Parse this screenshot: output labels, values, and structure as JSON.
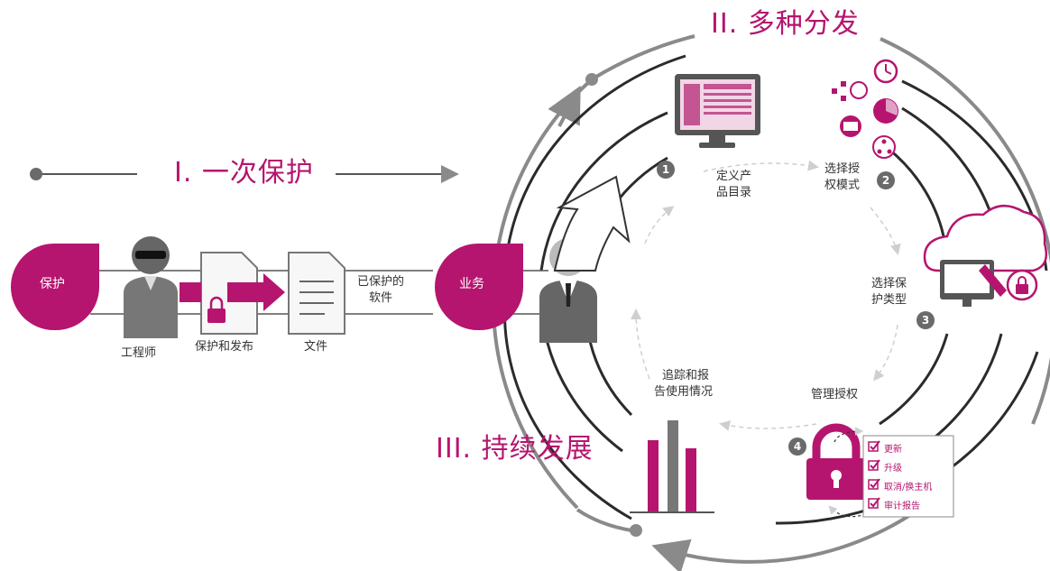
{
  "sections": {
    "one": "I. 一次保护",
    "two": "II. 多种分发",
    "three": "III. 持续发展"
  },
  "nodes": {
    "protect": "保护",
    "business": "业务"
  },
  "labels": {
    "engineer": "工程师",
    "protect_publish": "保护和发布",
    "file": "文件",
    "protected_software_1": "已保护的",
    "protected_software_2": "软件",
    "define_catalog_1": "定义产",
    "define_catalog_2": "品目录",
    "select_license_1": "选择授",
    "select_license_2": "权模式",
    "select_protection_1": "选择保",
    "select_protection_2": "护类型",
    "manage_license": "管理授权",
    "track_report_1": "追踪和报",
    "track_report_2": "告使用情况"
  },
  "steps": [
    "1",
    "2",
    "3",
    "4"
  ],
  "checklist": [
    "更新",
    "升级",
    "取消/换主机",
    "审计报告"
  ],
  "colors": {
    "accent": "#b5156e",
    "gray": "#8a8a8a",
    "dark": "#333333"
  }
}
